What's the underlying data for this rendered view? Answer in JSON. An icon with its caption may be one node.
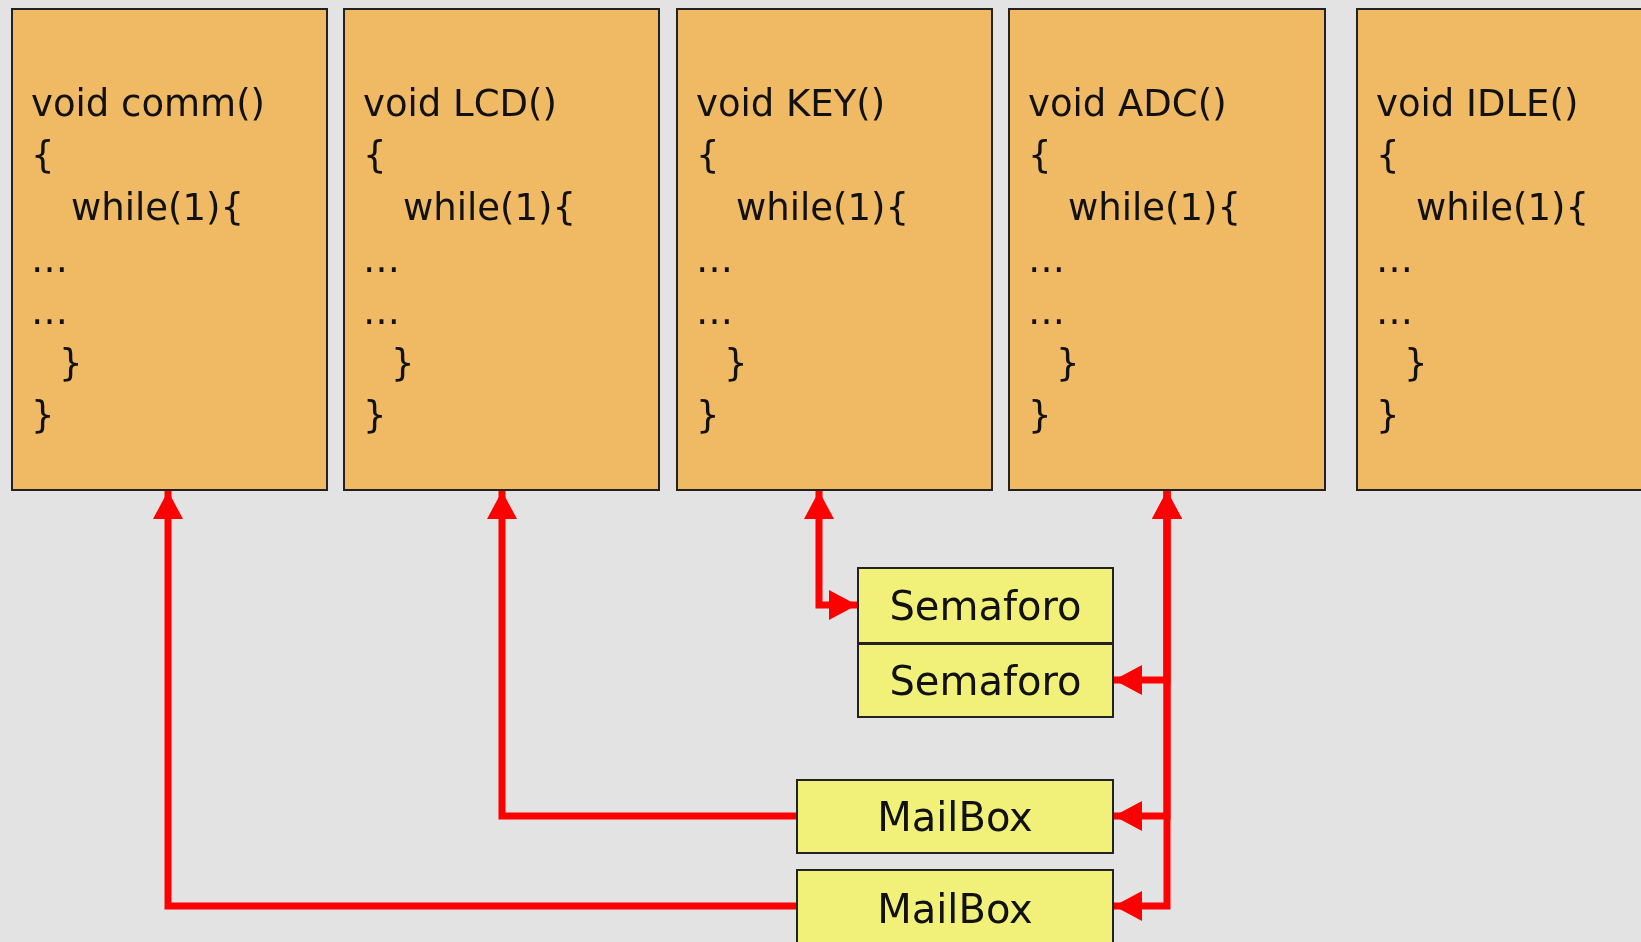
{
  "diagram": {
    "nodes": [
      {
        "text": [
          "void comm()",
          "{",
          "while(1){",
          "…",
          "…",
          "}",
          "}"
        ]
      },
      {
        "text": [
          "void LCD()",
          "{",
          "while(1){",
          "…",
          "…",
          "}",
          "}"
        ]
      },
      {
        "text": [
          "void KEY()",
          "{",
          "while(1){",
          "…",
          "…",
          "}",
          "}"
        ]
      },
      {
        "text": [
          "void ADC()",
          "{",
          "while(1){",
          "…",
          "…",
          "}",
          "}"
        ]
      },
      {
        "text": [
          "void IDLE()",
          "{",
          "while(1){",
          "…",
          "…",
          "}",
          "}"
        ]
      },
      {
        "text": [
          "Semaforo"
        ]
      },
      {
        "text": [
          "Semaforo"
        ]
      },
      {
        "text": [
          "MailBox"
        ]
      },
      {
        "text": [
          "MailBox"
        ]
      }
    ],
    "edges": [
      {
        "from": 2,
        "to": 5,
        "arrow": "both"
      },
      {
        "from": 3,
        "to": 6,
        "arrow": "both"
      },
      {
        "from": 3,
        "to": 7,
        "arrow": "both"
      },
      {
        "from": 3,
        "to": 8,
        "arrow": "both"
      },
      {
        "from": 7,
        "to": 1,
        "arrow": "to"
      },
      {
        "from": 8,
        "to": 0,
        "arrow": "to"
      }
    ]
  }
}
